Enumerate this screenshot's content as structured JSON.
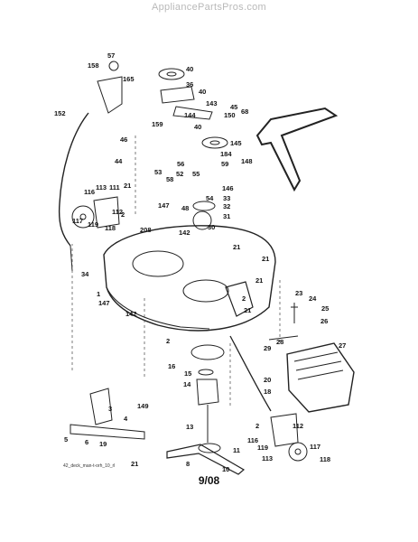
{
  "header": {
    "watermark": "AppliancePartsPros.com"
  },
  "footer": {
    "page_code": "9/08",
    "reference_code": "42_deck_man-t-orh_10_rl"
  },
  "callouts": [
    {
      "id": "c57",
      "label": "57"
    },
    {
      "id": "c158",
      "label": "158"
    },
    {
      "id": "c165",
      "label": "165"
    },
    {
      "id": "c152",
      "label": "152"
    },
    {
      "id": "c40a",
      "label": "40"
    },
    {
      "id": "c36",
      "label": "36"
    },
    {
      "id": "c40b",
      "label": "40"
    },
    {
      "id": "c143",
      "label": "143"
    },
    {
      "id": "c144",
      "label": "144"
    },
    {
      "id": "c45",
      "label": "45"
    },
    {
      "id": "c150",
      "label": "150"
    },
    {
      "id": "c68",
      "label": "68"
    },
    {
      "id": "c159",
      "label": "159"
    },
    {
      "id": "c40c",
      "label": "40"
    },
    {
      "id": "c46",
      "label": "46"
    },
    {
      "id": "c145",
      "label": "145"
    },
    {
      "id": "c44",
      "label": "44"
    },
    {
      "id": "c184",
      "label": "184"
    },
    {
      "id": "c56",
      "label": "56"
    },
    {
      "id": "c148",
      "label": "148"
    },
    {
      "id": "c52",
      "label": "52"
    },
    {
      "id": "c55",
      "label": "55"
    },
    {
      "id": "c59",
      "label": "59"
    },
    {
      "id": "c53",
      "label": "53"
    },
    {
      "id": "c58",
      "label": "58"
    },
    {
      "id": "c146",
      "label": "146"
    },
    {
      "id": "c116a",
      "label": "116"
    },
    {
      "id": "c113",
      "label": "113"
    },
    {
      "id": "c111",
      "label": "111"
    },
    {
      "id": "c21a",
      "label": "21"
    },
    {
      "id": "c54",
      "label": "54"
    },
    {
      "id": "c33",
      "label": "33"
    },
    {
      "id": "c147a",
      "label": "147"
    },
    {
      "id": "c48",
      "label": "48"
    },
    {
      "id": "c32",
      "label": "32"
    },
    {
      "id": "c112a",
      "label": "112"
    },
    {
      "id": "c2a",
      "label": "2"
    },
    {
      "id": "c31",
      "label": "31"
    },
    {
      "id": "c117a",
      "label": "117"
    },
    {
      "id": "c119a",
      "label": "119"
    },
    {
      "id": "c118a",
      "label": "118"
    },
    {
      "id": "c208",
      "label": "208"
    },
    {
      "id": "c142a",
      "label": "142"
    },
    {
      "id": "c30",
      "label": "30"
    },
    {
      "id": "c21b",
      "label": "21"
    },
    {
      "id": "c21c",
      "label": "21"
    },
    {
      "id": "c34",
      "label": "34"
    },
    {
      "id": "c21d",
      "label": "21"
    },
    {
      "id": "c1",
      "label": "1"
    },
    {
      "id": "c2b",
      "label": "2"
    },
    {
      "id": "c23",
      "label": "23"
    },
    {
      "id": "c147b",
      "label": "147"
    },
    {
      "id": "c21e",
      "label": "21"
    },
    {
      "id": "c24",
      "label": "24"
    },
    {
      "id": "c142b",
      "label": "142"
    },
    {
      "id": "c25",
      "label": "25"
    },
    {
      "id": "c26",
      "label": "26"
    },
    {
      "id": "c2c",
      "label": "2"
    },
    {
      "id": "c28",
      "label": "28"
    },
    {
      "id": "c27",
      "label": "27"
    },
    {
      "id": "c29",
      "label": "29"
    },
    {
      "id": "c16",
      "label": "16"
    },
    {
      "id": "c15",
      "label": "15"
    },
    {
      "id": "c20",
      "label": "20"
    },
    {
      "id": "c14",
      "label": "14"
    },
    {
      "id": "c18",
      "label": "18"
    },
    {
      "id": "c3",
      "label": "3"
    },
    {
      "id": "c149",
      "label": "149"
    },
    {
      "id": "c4",
      "label": "4"
    },
    {
      "id": "c2d",
      "label": "2"
    },
    {
      "id": "c112b",
      "label": "112"
    },
    {
      "id": "c13",
      "label": "13"
    },
    {
      "id": "c116b",
      "label": "116"
    },
    {
      "id": "c5",
      "label": "5"
    },
    {
      "id": "c6",
      "label": "6"
    },
    {
      "id": "c119b",
      "label": "119"
    },
    {
      "id": "c117b",
      "label": "117"
    },
    {
      "id": "c19",
      "label": "19"
    },
    {
      "id": "c11",
      "label": "11"
    },
    {
      "id": "c113b",
      "label": "113"
    },
    {
      "id": "c118b",
      "label": "118"
    },
    {
      "id": "c21f",
      "label": "21"
    },
    {
      "id": "c8",
      "label": "8"
    },
    {
      "id": "c10",
      "label": "10"
    }
  ]
}
